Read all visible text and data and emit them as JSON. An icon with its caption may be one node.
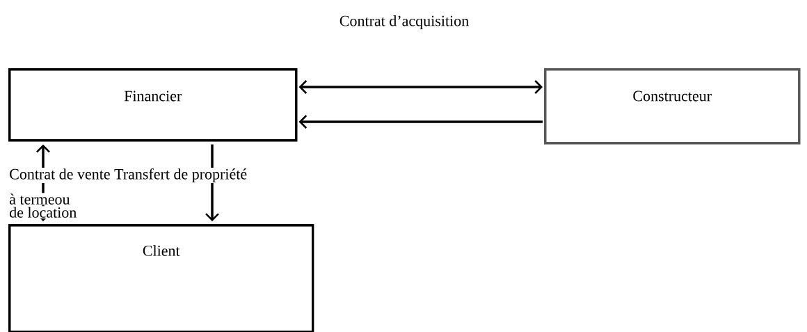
{
  "diagram": {
    "title": "Contrat d’acquisition",
    "nodes": [
      {
        "text": [
          "Financier"
        ]
      },
      {
        "text": [
          "Constructeur"
        ]
      },
      {
        "text": [
          "Client"
        ]
      }
    ],
    "edges": [
      {
        "from": 0,
        "to": 1,
        "arrow": "both"
      },
      {
        "from": 1,
        "to": 0,
        "arrow": "to"
      },
      {
        "from": 0,
        "to": 2,
        "arrow": "both"
      },
      {
        "from": 0,
        "to": 2,
        "arrow": "to"
      }
    ],
    "labels": [
      "Contrat de vente Transfert de propriété",
      "à termeou",
      "de location"
    ]
  }
}
